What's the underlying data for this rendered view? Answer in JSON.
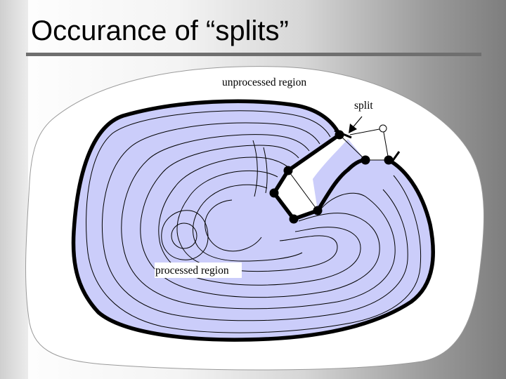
{
  "slide": {
    "title": "Occurance of “splits”"
  },
  "figure": {
    "label_unprocessed": "unprocessed region",
    "label_split": "split",
    "label_processed": "processed region"
  },
  "colors": {
    "processed_fill": "#cbcdfa",
    "unprocessed_fill": "#ffffff",
    "front_line": "#000000"
  }
}
